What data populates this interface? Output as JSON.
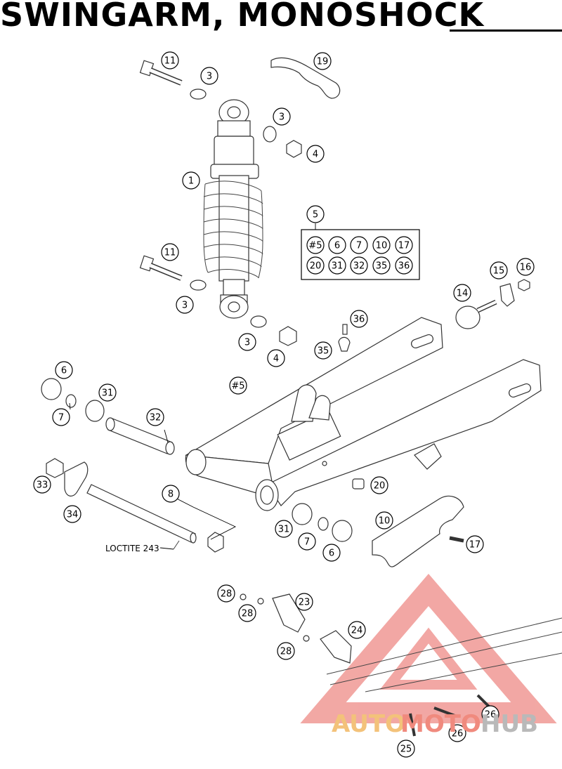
{
  "title": "SWINGARM, MONOSHOCK",
  "note": "LOCTITE 243",
  "callouts": {
    "c1": "1",
    "c3a": "3",
    "c3b": "3",
    "c3c": "3",
    "c3d": "3",
    "c4a": "4",
    "c4b": "4",
    "c5": "5",
    "c6a": "6",
    "c6b": "6",
    "c7a": "7",
    "c7b": "7",
    "c8": "8",
    "c10": "10",
    "c11a": "11",
    "c11b": "11",
    "c14": "14",
    "c15": "15",
    "c16": "16",
    "c17": "17",
    "c19": "19",
    "c20": "20",
    "c23": "23",
    "c24": "24",
    "c25": "25",
    "c26a": "26",
    "c26b": "26",
    "c28a": "28",
    "c28b": "28",
    "c28c": "28",
    "c31a": "31",
    "c31b": "31",
    "c32": "32",
    "c33": "33",
    "c34": "34",
    "c35": "35",
    "c36": "36",
    "cS5": "#5"
  },
  "kit_box": [
    "#5",
    "6",
    "7",
    "10",
    "17",
    "20",
    "31",
    "32",
    "35",
    "36"
  ],
  "watermark": {
    "text_a": "AUTO",
    "text_b": "MOTO",
    "text_c": "HUB",
    "color_a": "#f3c27a",
    "color_b": "#f08a7e",
    "color_c": "#b9b9b9"
  }
}
